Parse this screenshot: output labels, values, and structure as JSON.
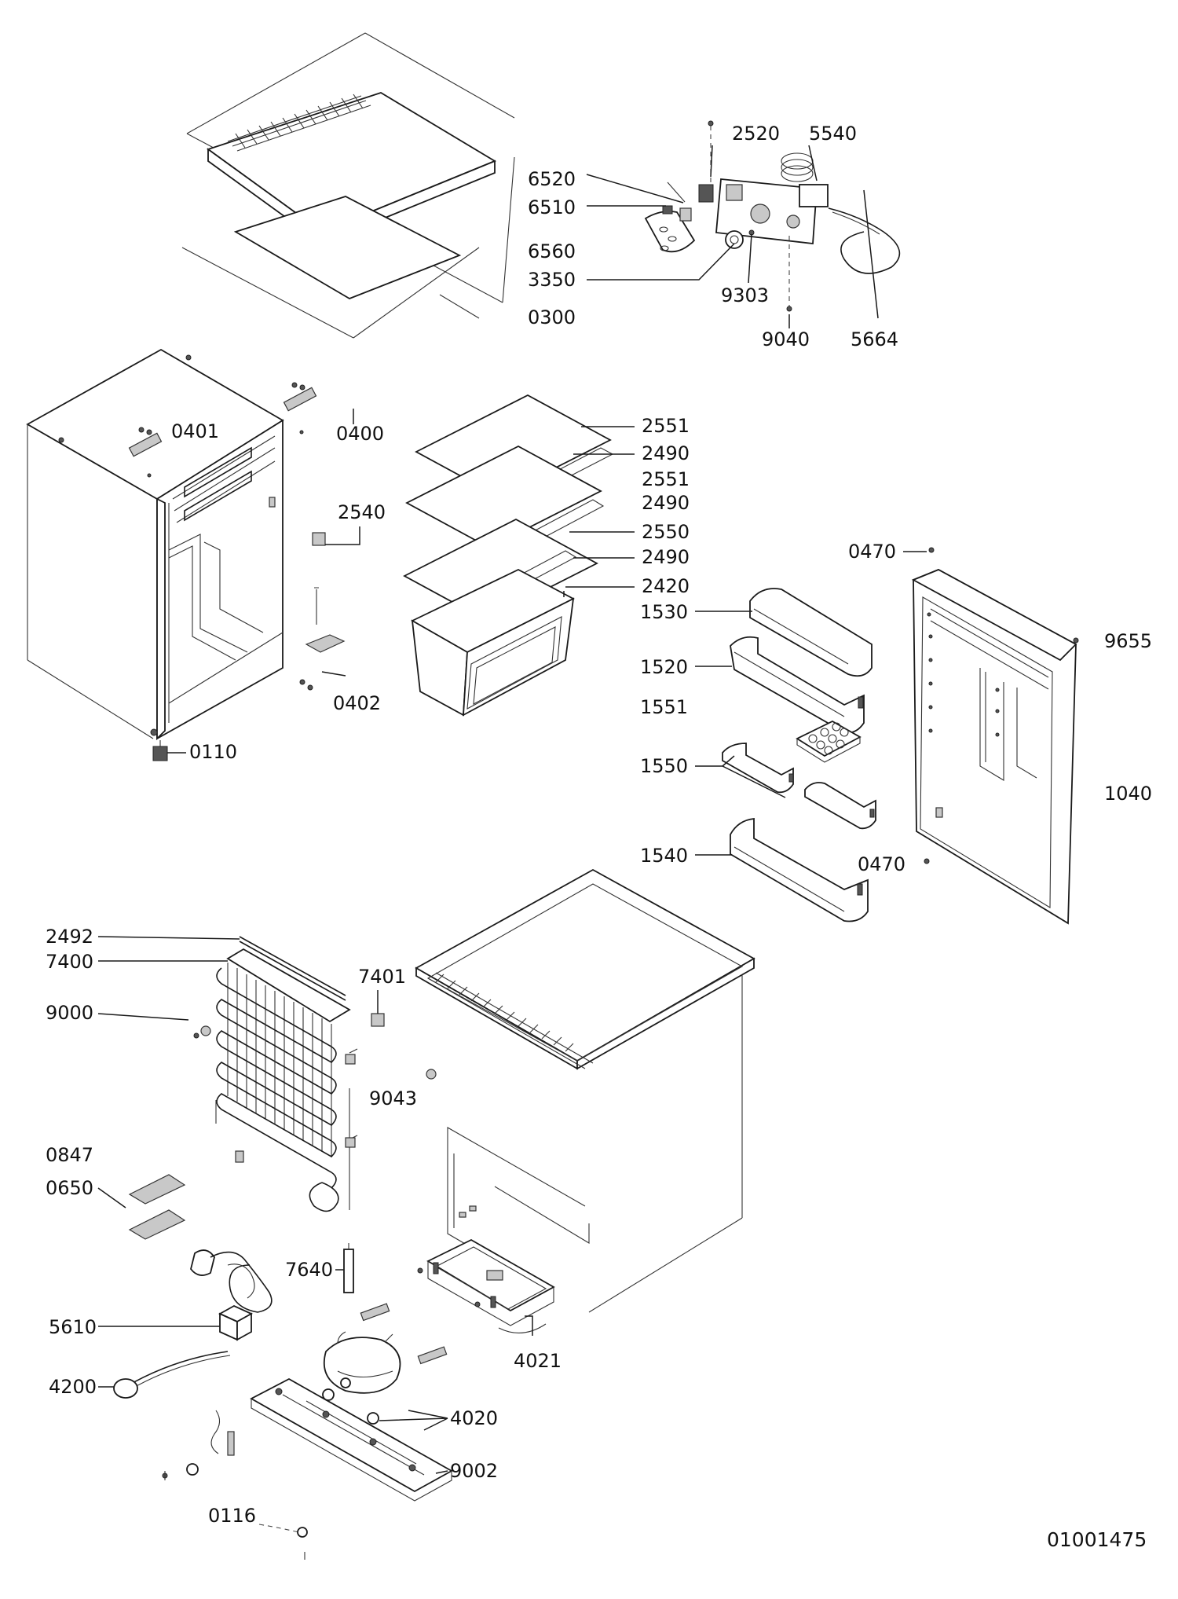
{
  "drawing_code": "01001475",
  "labels": {
    "p2520": "2520",
    "p5540": "5540",
    "p6520": "6520",
    "p6510": "6510",
    "p6560": "6560",
    "p3350": "3350",
    "p9303": "9303",
    "p0300": "0300",
    "p9040": "9040",
    "p5664": "5664",
    "p0401": "0401",
    "p0400": "0400",
    "p2540": "2540",
    "p0402": "0402",
    "p0110": "0110",
    "p2551a": "2551",
    "p2490a": "2490",
    "p2551b": "2551",
    "p2490b": "2490",
    "p2550": "2550",
    "p2490c": "2490",
    "p2420": "2420",
    "p0470a": "0470",
    "p9655": "9655",
    "p1040": "1040",
    "p0470b": "0470",
    "p1530": "1530",
    "p1520": "1520",
    "p1551": "1551",
    "p1550": "1550",
    "p1540": "1540",
    "p2492": "2492",
    "p7400": "7400",
    "p7401": "7401",
    "p9000": "9000",
    "p9043": "9043",
    "p0847": "0847",
    "p0650": "0650",
    "p7640": "7640",
    "p5610": "5610",
    "p4021": "4021",
    "p4200": "4200",
    "p4020": "4020",
    "p9002": "9002",
    "p0116": "0116"
  }
}
